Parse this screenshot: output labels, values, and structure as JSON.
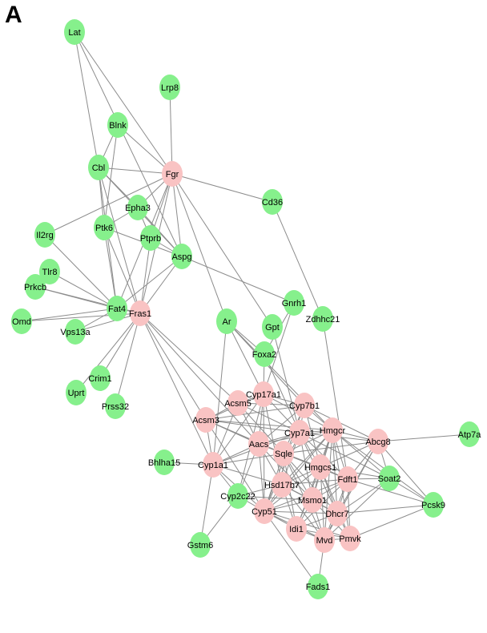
{
  "panel_label": "A",
  "colors": {
    "green": "#86f08c",
    "pink": "#f9c3c3",
    "edge": "#8c8c8c"
  },
  "nodes": [
    {
      "id": "Lat",
      "label": "Lat",
      "group": "green"
    },
    {
      "id": "Lrp8",
      "label": "Lrp8",
      "group": "green"
    },
    {
      "id": "Blnk",
      "label": "Blnk",
      "group": "green"
    },
    {
      "id": "Cbl",
      "label": "Cbl",
      "group": "green"
    },
    {
      "id": "Fgr",
      "label": "Fgr",
      "group": "pink"
    },
    {
      "id": "Cd36",
      "label": "Cd36",
      "group": "green"
    },
    {
      "id": "Epha3",
      "label": "Epha3",
      "group": "green"
    },
    {
      "id": "Il2rg",
      "label": "Il2rg",
      "group": "green"
    },
    {
      "id": "Ptk6",
      "label": "Ptk6",
      "group": "green"
    },
    {
      "id": "Ptprb",
      "label": "Ptprb",
      "group": "green"
    },
    {
      "id": "Aspg",
      "label": "Aspg",
      "group": "green"
    },
    {
      "id": "Tlr8",
      "label": "Tlr8",
      "group": "green"
    },
    {
      "id": "Prkcb",
      "label": "Prkcb",
      "group": "green"
    },
    {
      "id": "Gnrh1",
      "label": "Gnrh1",
      "group": "green"
    },
    {
      "id": "Fat4",
      "label": "Fat4",
      "group": "green"
    },
    {
      "id": "Fras1",
      "label": "Fras1",
      "group": "pink"
    },
    {
      "id": "Omd",
      "label": "Omd",
      "group": "green"
    },
    {
      "id": "Ar",
      "label": "Ar",
      "group": "green"
    },
    {
      "id": "Gpt",
      "label": "Gpt",
      "group": "green"
    },
    {
      "id": "Zdhhc21",
      "label": "Zdhhc21",
      "group": "green"
    },
    {
      "id": "Vps13a",
      "label": "Vps13a",
      "group": "green"
    },
    {
      "id": "Foxa2",
      "label": "Foxa2",
      "group": "green"
    },
    {
      "id": "Crim1",
      "label": "Crim1",
      "group": "green"
    },
    {
      "id": "Uprt",
      "label": "Uprt",
      "group": "green"
    },
    {
      "id": "Cyp17a1",
      "label": "Cyp17a1",
      "group": "pink"
    },
    {
      "id": "Acsm5",
      "label": "Acsm5",
      "group": "pink"
    },
    {
      "id": "Prss32",
      "label": "Prss32",
      "group": "green"
    },
    {
      "id": "Cyp7b1",
      "label": "Cyp7b1",
      "group": "pink"
    },
    {
      "id": "Acsm3",
      "label": "Acsm3",
      "group": "pink"
    },
    {
      "id": "Cyp7a1",
      "label": "Cyp7a1",
      "group": "pink"
    },
    {
      "id": "Hmgcr",
      "label": "Hmgcr",
      "group": "pink"
    },
    {
      "id": "Abcg8",
      "label": "Abcg8",
      "group": "pink"
    },
    {
      "id": "Atp7a",
      "label": "Atp7a",
      "group": "green"
    },
    {
      "id": "Aacs",
      "label": "Aacs",
      "group": "pink"
    },
    {
      "id": "Sqle",
      "label": "Sqle",
      "group": "pink"
    },
    {
      "id": "Bhlha15",
      "label": "Bhlha15",
      "group": "green"
    },
    {
      "id": "Cyp1a1",
      "label": "Cyp1a1",
      "group": "pink"
    },
    {
      "id": "Hmgcs1",
      "label": "Hmgcs1",
      "group": "pink"
    },
    {
      "id": "Fdft1",
      "label": "Fdft1",
      "group": "pink"
    },
    {
      "id": "Soat2",
      "label": "Soat2",
      "group": "green"
    },
    {
      "id": "Hsd17b7",
      "label": "Hsd17b7",
      "group": "pink"
    },
    {
      "id": "Cyp2c22",
      "label": "Cyp2c22",
      "group": "green"
    },
    {
      "id": "Msmo1",
      "label": "Msmo1",
      "group": "pink"
    },
    {
      "id": "Cyp51",
      "label": "Cyp51",
      "group": "pink"
    },
    {
      "id": "Dhcr7",
      "label": "Dhcr7",
      "group": "pink"
    },
    {
      "id": "Pcsk9",
      "label": "Pcsk9",
      "group": "green"
    },
    {
      "id": "Idi1",
      "label": "Idi1",
      "group": "pink"
    },
    {
      "id": "Gstm6",
      "label": "Gstm6",
      "group": "green"
    },
    {
      "id": "Mvd",
      "label": "Mvd",
      "group": "pink"
    },
    {
      "id": "Pmvk",
      "label": "Pmvk",
      "group": "pink"
    },
    {
      "id": "Fads1",
      "label": "Fads1",
      "group": "green"
    }
  ],
  "edges": [
    [
      "Lat",
      "Cbl"
    ],
    [
      "Lat",
      "Fgr"
    ],
    [
      "Lat",
      "Aspg"
    ],
    [
      "Lrp8",
      "Fgr"
    ],
    [
      "Blnk",
      "Cbl"
    ],
    [
      "Blnk",
      "Fgr"
    ],
    [
      "Blnk",
      "Ptk6"
    ],
    [
      "Cbl",
      "Fgr"
    ],
    [
      "Cbl",
      "Epha3"
    ],
    [
      "Cbl",
      "Ptk6"
    ],
    [
      "Cbl",
      "Aspg"
    ],
    [
      "Cbl",
      "Fat4"
    ],
    [
      "Cbl",
      "Fras1"
    ],
    [
      "Fgr",
      "Cd36"
    ],
    [
      "Fgr",
      "Epha3"
    ],
    [
      "Fgr",
      "Il2rg"
    ],
    [
      "Fgr",
      "Ptprb"
    ],
    [
      "Fgr",
      "Aspg"
    ],
    [
      "Fgr",
      "Fat4"
    ],
    [
      "Fgr",
      "Fras1"
    ],
    [
      "Fgr",
      "Ar"
    ],
    [
      "Fgr",
      "Gpt"
    ],
    [
      "Cd36",
      "Zdhhc21"
    ],
    [
      "Epha3",
      "Ptk6"
    ],
    [
      "Epha3",
      "Ptprb"
    ],
    [
      "Epha3",
      "Aspg"
    ],
    [
      "Ptk6",
      "Aspg"
    ],
    [
      "Ptk6",
      "Fat4"
    ],
    [
      "Ptk6",
      "Fras1"
    ],
    [
      "Ptprb",
      "Aspg"
    ],
    [
      "Ptprb",
      "Fras1"
    ],
    [
      "Aspg",
      "Fat4"
    ],
    [
      "Aspg",
      "Fras1"
    ],
    [
      "Aspg",
      "Gnrh1"
    ],
    [
      "Il2rg",
      "Fat4"
    ],
    [
      "Tlr8",
      "Prkcb"
    ],
    [
      "Tlr8",
      "Fat4"
    ],
    [
      "Prkcb",
      "Fat4"
    ],
    [
      "Prkcb",
      "Fras1"
    ],
    [
      "Omd",
      "Fat4"
    ],
    [
      "Omd",
      "Fras1"
    ],
    [
      "Fat4",
      "Fras1"
    ],
    [
      "Fat4",
      "Vps13a"
    ],
    [
      "Fras1",
      "Vps13a"
    ],
    [
      "Fras1",
      "Crim1"
    ],
    [
      "Fras1",
      "Uprt"
    ],
    [
      "Fras1",
      "Prss32"
    ],
    [
      "Fras1",
      "Acsm3"
    ],
    [
      "Fras1",
      "Cyp1a1"
    ],
    [
      "Fras1",
      "Acsm5"
    ],
    [
      "Fras1",
      "Aacs"
    ],
    [
      "Gnrh1",
      "Cyp17a1"
    ],
    [
      "Gnrh1",
      "Foxa2"
    ],
    [
      "Ar",
      "Foxa2"
    ],
    [
      "Ar",
      "Cyp17a1"
    ],
    [
      "Ar",
      "Cyp7b1"
    ],
    [
      "Ar",
      "Cyp1a1"
    ],
    [
      "Ar",
      "Hmgcr"
    ],
    [
      "Foxa2",
      "Cyp7a1"
    ],
    [
      "Foxa2",
      "Cyp17a1"
    ],
    [
      "Gpt",
      "Cyp7a1"
    ],
    [
      "Zdhhc21",
      "Fdft1"
    ],
    [
      "Cyp17a1",
      "Acsm5"
    ],
    [
      "Cyp17a1",
      "Cyp7b1"
    ],
    [
      "Cyp17a1",
      "Acsm3"
    ],
    [
      "Cyp17a1",
      "Aacs"
    ],
    [
      "Cyp17a1",
      "Cyp7a1"
    ],
    [
      "Cyp17a1",
      "Cyp1a1"
    ],
    [
      "Cyp17a1",
      "Hsd17b7"
    ],
    [
      "Cyp17a1",
      "Cyp51"
    ],
    [
      "Cyp17a1",
      "Hmgcr"
    ],
    [
      "Cyp17a1",
      "Cyp2c22"
    ],
    [
      "Acsm5",
      "Acsm3"
    ],
    [
      "Acsm5",
      "Aacs"
    ],
    [
      "Acsm5",
      "Cyp1a1"
    ],
    [
      "Acsm5",
      "Cyp7b1"
    ],
    [
      "Acsm5",
      "Cyp7a1"
    ],
    [
      "Acsm5",
      "Sqle"
    ],
    [
      "Cyp7b1",
      "Cyp7a1"
    ],
    [
      "Cyp7b1",
      "Hmgcr"
    ],
    [
      "Cyp7b1",
      "Aacs"
    ],
    [
      "Cyp7b1",
      "Sqle"
    ],
    [
      "Cyp7b1",
      "Acsm3"
    ],
    [
      "Cyp7b1",
      "Hmgcs1"
    ],
    [
      "Cyp7b1",
      "Cyp51"
    ],
    [
      "Cyp7b1",
      "Abcg8"
    ],
    [
      "Acsm3",
      "Aacs"
    ],
    [
      "Acsm3",
      "Cyp1a1"
    ],
    [
      "Acsm3",
      "Sqle"
    ],
    [
      "Acsm3",
      "Cyp7a1"
    ],
    [
      "Acsm3",
      "Hmgcr"
    ],
    [
      "Acsm3",
      "Cyp51"
    ],
    [
      "Cyp7a1",
      "Hmgcr"
    ],
    [
      "Cyp7a1",
      "Aacs"
    ],
    [
      "Cyp7a1",
      "Sqle"
    ],
    [
      "Cyp7a1",
      "Hmgcs1"
    ],
    [
      "Cyp7a1",
      "Fdft1"
    ],
    [
      "Cyp7a1",
      "Hsd17b7"
    ],
    [
      "Cyp7a1",
      "Cyp51"
    ],
    [
      "Cyp7a1",
      "Msmo1"
    ],
    [
      "Cyp7a1",
      "Abcg8"
    ],
    [
      "Cyp7a1",
      "Soat2"
    ],
    [
      "Cyp7a1",
      "Cyp1a1"
    ],
    [
      "Cyp7a1",
      "Dhcr7"
    ],
    [
      "Hmgcr",
      "Abcg8"
    ],
    [
      "Hmgcr",
      "Sqle"
    ],
    [
      "Hmgcr",
      "Hmgcs1"
    ],
    [
      "Hmgcr",
      "Fdft1"
    ],
    [
      "Hmgcr",
      "Aacs"
    ],
    [
      "Hmgcr",
      "Msmo1"
    ],
    [
      "Hmgcr",
      "Cyp51"
    ],
    [
      "Hmgcr",
      "Hsd17b7"
    ],
    [
      "Hmgcr",
      "Mvd"
    ],
    [
      "Hmgcr",
      "Idi1"
    ],
    [
      "Hmgcr",
      "Pmvk"
    ],
    [
      "Hmgcr",
      "Dhcr7"
    ],
    [
      "Hmgcr",
      "Soat2"
    ],
    [
      "Hmgcr",
      "Pcsk9"
    ],
    [
      "Abcg8",
      "Atp7a"
    ],
    [
      "Abcg8",
      "Soat2"
    ],
    [
      "Abcg8",
      "Pcsk9"
    ],
    [
      "Abcg8",
      "Fdft1"
    ],
    [
      "Abcg8",
      "Hmgcs1"
    ],
    [
      "Abcg8",
      "Dhcr7"
    ],
    [
      "Abcg8",
      "Sqle"
    ],
    [
      "Abcg8",
      "Mvd"
    ],
    [
      "Aacs",
      "Sqle"
    ],
    [
      "Aacs",
      "Cyp1a1"
    ],
    [
      "Aacs",
      "Hmgcs1"
    ],
    [
      "Aacs",
      "Hsd17b7"
    ],
    [
      "Aacs",
      "Cyp51"
    ],
    [
      "Aacs",
      "Cyp2c22"
    ],
    [
      "Aacs",
      "Msmo1"
    ],
    [
      "Sqle",
      "Hmgcs1"
    ],
    [
      "Sqle",
      "Fdft1"
    ],
    [
      "Sqle",
      "Hsd17b7"
    ],
    [
      "Sqle",
      "Msmo1"
    ],
    [
      "Sqle",
      "Cyp51"
    ],
    [
      "Sqle",
      "Dhcr7"
    ],
    [
      "Sqle",
      "Idi1"
    ],
    [
      "Sqle",
      "Mvd"
    ],
    [
      "Sqle",
      "Cyp1a1"
    ],
    [
      "Bhlha15",
      "Cyp1a1"
    ],
    [
      "Cyp1a1",
      "Cyp2c22"
    ],
    [
      "Cyp1a1",
      "Gstm6"
    ],
    [
      "Cyp1a1",
      "Cyp51"
    ],
    [
      "Cyp1a1",
      "Hsd17b7"
    ],
    [
      "Hmgcs1",
      "Fdft1"
    ],
    [
      "Hmgcs1",
      "Hsd17b7"
    ],
    [
      "Hmgcs1",
      "Msmo1"
    ],
    [
      "Hmgcs1",
      "Cyp51"
    ],
    [
      "Hmgcs1",
      "Dhcr7"
    ],
    [
      "Hmgcs1",
      "Mvd"
    ],
    [
      "Hmgcs1",
      "Idi1"
    ],
    [
      "Hmgcs1",
      "Pmvk"
    ],
    [
      "Hmgcs1",
      "Soat2"
    ],
    [
      "Fdft1",
      "Msmo1"
    ],
    [
      "Fdft1",
      "Dhcr7"
    ],
    [
      "Fdft1",
      "Soat2"
    ],
    [
      "Fdft1",
      "Mvd"
    ],
    [
      "Fdft1",
      "Pmvk"
    ],
    [
      "Fdft1",
      "Cyp51"
    ],
    [
      "Fdft1",
      "Hsd17b7"
    ],
    [
      "Fdft1",
      "Pcsk9"
    ],
    [
      "Fdft1",
      "Idi1"
    ],
    [
      "Soat2",
      "Pcsk9"
    ],
    [
      "Soat2",
      "Dhcr7"
    ],
    [
      "Soat2",
      "Mvd"
    ],
    [
      "Hsd17b7",
      "Msmo1"
    ],
    [
      "Hsd17b7",
      "Cyp51"
    ],
    [
      "Hsd17b7",
      "Dhcr7"
    ],
    [
      "Hsd17b7",
      "Idi1"
    ],
    [
      "Hsd17b7",
      "Mvd"
    ],
    [
      "Hsd17b7",
      "Cyp2c22"
    ],
    [
      "Cyp2c22",
      "Cyp51"
    ],
    [
      "Cyp2c22",
      "Gstm6"
    ],
    [
      "Cyp2c22",
      "Msmo1"
    ],
    [
      "Msmo1",
      "Cyp51"
    ],
    [
      "Msmo1",
      "Dhcr7"
    ],
    [
      "Msmo1",
      "Idi1"
    ],
    [
      "Msmo1",
      "Mvd"
    ],
    [
      "Msmo1",
      "Pmvk"
    ],
    [
      "Cyp51",
      "Dhcr7"
    ],
    [
      "Cyp51",
      "Idi1"
    ],
    [
      "Cyp51",
      "Mvd"
    ],
    [
      "Cyp51",
      "Pmvk"
    ],
    [
      "Cyp51",
      "Fads1"
    ],
    [
      "Dhcr7",
      "Mvd"
    ],
    [
      "Dhcr7",
      "Pmvk"
    ],
    [
      "Dhcr7",
      "Idi1"
    ],
    [
      "Dhcr7",
      "Pcsk9"
    ],
    [
      "Idi1",
      "Mvd"
    ],
    [
      "Idi1",
      "Pmvk"
    ],
    [
      "Mvd",
      "Pmvk"
    ],
    [
      "Mvd",
      "Fads1"
    ],
    [
      "Pmvk",
      "Pcsk9"
    ]
  ]
}
